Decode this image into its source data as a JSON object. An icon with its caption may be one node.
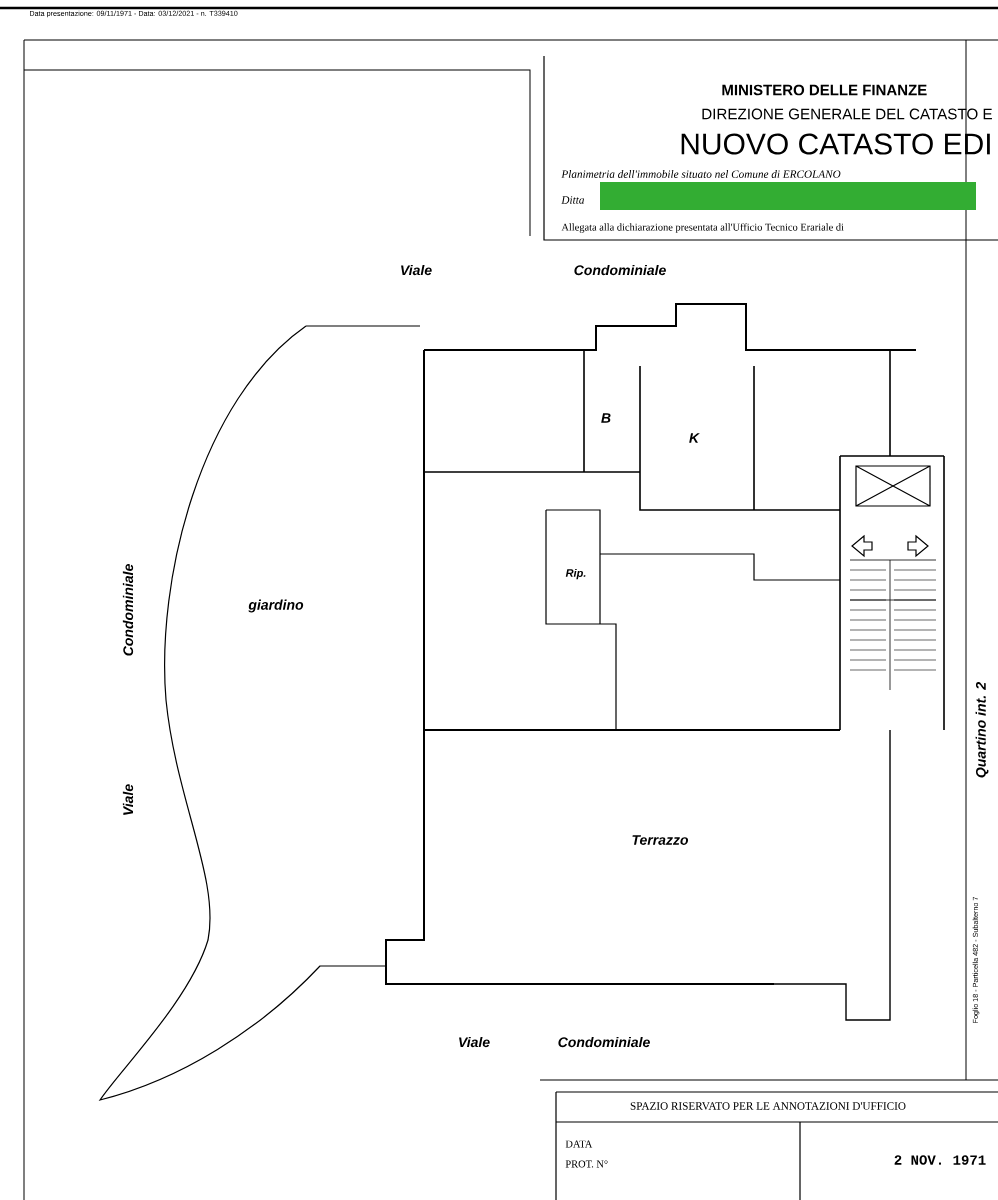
{
  "diagram": {
    "labels": [
      "Data presentazione: 09/11/1971 - Data: 03/12/2021 - n. T339410",
      "MINISTERO DELLE FINANZE",
      "DIREZIONE GENERALE DEL CATASTO E",
      "NUOVO CATASTO EDI",
      "Planimetria dell'immobile situato nel Comune di ERCOLANO",
      "Ditta",
      "Allegata alla dichiarazione presentata all'Ufficio Tecnico Erariale di",
      "Viale",
      "Condominiale",
      "B",
      "K",
      "Rip.",
      "Condominiale",
      "giardino",
      "Viale",
      "Quartino int. 2",
      "Terrazzo",
      "Viale",
      "Condominiale",
      "SPAZIO RISERVATO PER LE ANNOTAZIONI D'UFFICIO",
      "DATA",
      "PROT. N°",
      "2 NOV. 1971",
      "Foglio 18 - Particella 482 - Subalterno 7"
    ]
  }
}
